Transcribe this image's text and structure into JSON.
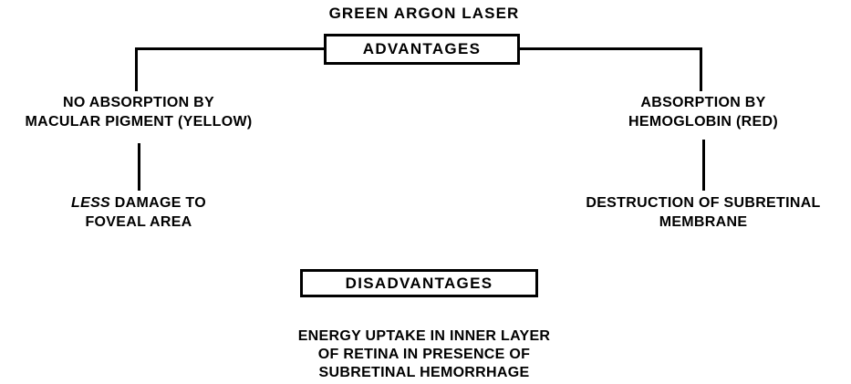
{
  "diagram": {
    "title": "GREEN ARGON LASER",
    "type": "hierarchical-flowchart",
    "background_color": "#ffffff",
    "line_color": "#000000",
    "text_color": "#000000"
  },
  "advantages": {
    "box_label": "ADVANTAGES",
    "branches": [
      {
        "side": "left",
        "head_line_1": "NO ABSORPTION BY",
        "head_line_2": "MACULAR PIGMENT (YELLOW)",
        "leaf_emphasis": "LESS",
        "leaf_line_1_rest": " DAMAGE TO",
        "leaf_line_2": "FOVEAL AREA"
      },
      {
        "side": "right",
        "head_line_1": "ABSORPTION BY",
        "head_line_2": "HEMOGLOBIN (RED)",
        "leaf_line_1": "DESTRUCTION OF SUBRETINAL",
        "leaf_line_2": "MEMBRANE"
      }
    ]
  },
  "disadvantages": {
    "box_label": "DISADVANTAGES",
    "detail_line_1": "ENERGY UPTAKE IN INNER LAYER",
    "detail_line_2": "OF RETINA IN PRESENCE OF",
    "detail_line_3": "SUBRETINAL HEMORRHAGE"
  }
}
